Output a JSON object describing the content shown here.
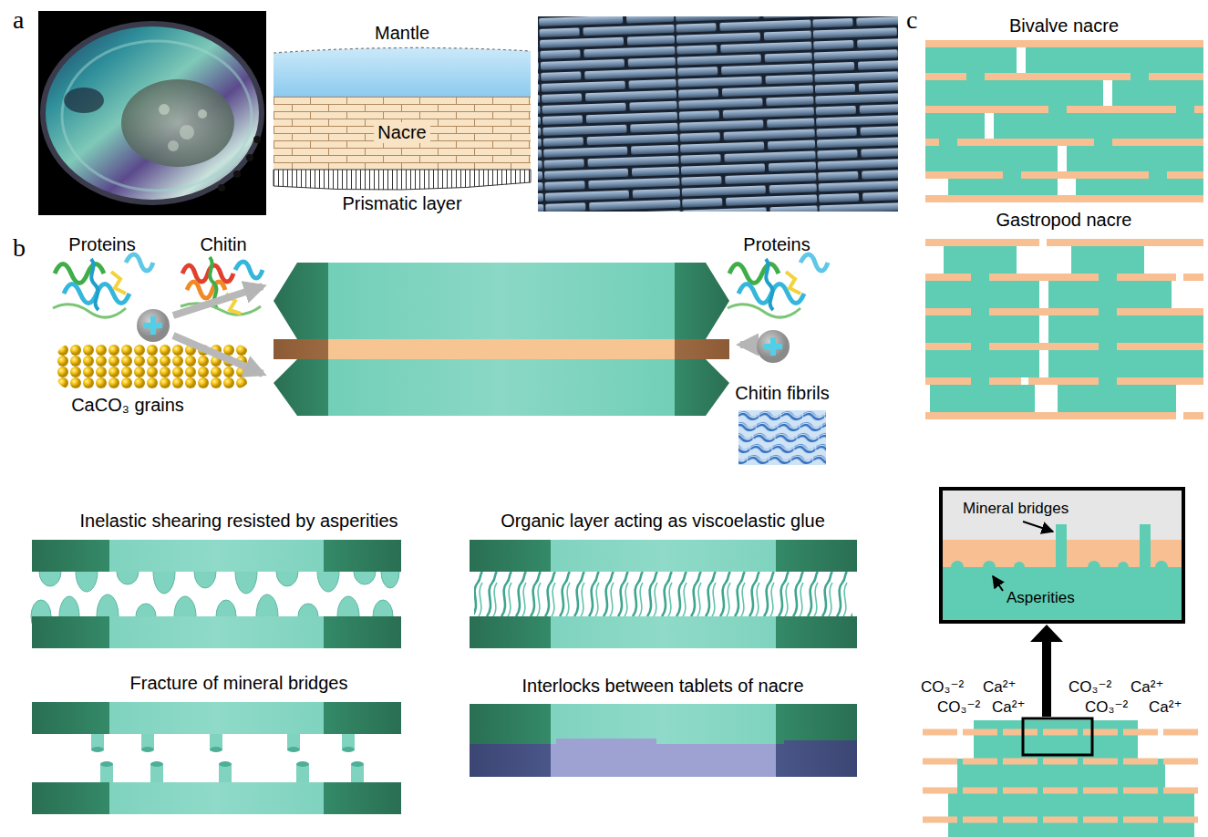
{
  "diagram": {
    "nodes": [
      {
        "text": [
          "Mineral bridges",
          "Asperities"
        ]
      }
    ],
    "labels": [
      "a",
      "Mantle",
      "Nacre",
      "Prismatic layer",
      "c",
      "Bivalve nacre",
      "b",
      "Proteins",
      "Chitin",
      "CaCO₃ grains",
      "Proteins",
      "Chitin fibrils",
      "Gastropod nacre",
      "Inelastic shearing resisted by asperities",
      "Organic layer acting as viscoelastic glue",
      "Fracture of mineral bridges",
      "Interlocks between tablets of nacre",
      "CO₃⁻²",
      "Ca²⁺",
      "CO₃⁻²",
      "Ca²⁺",
      "CO₃⁻²",
      "Ca²⁺",
      "CO₃⁻²",
      "Ca²⁺"
    ]
  }
}
